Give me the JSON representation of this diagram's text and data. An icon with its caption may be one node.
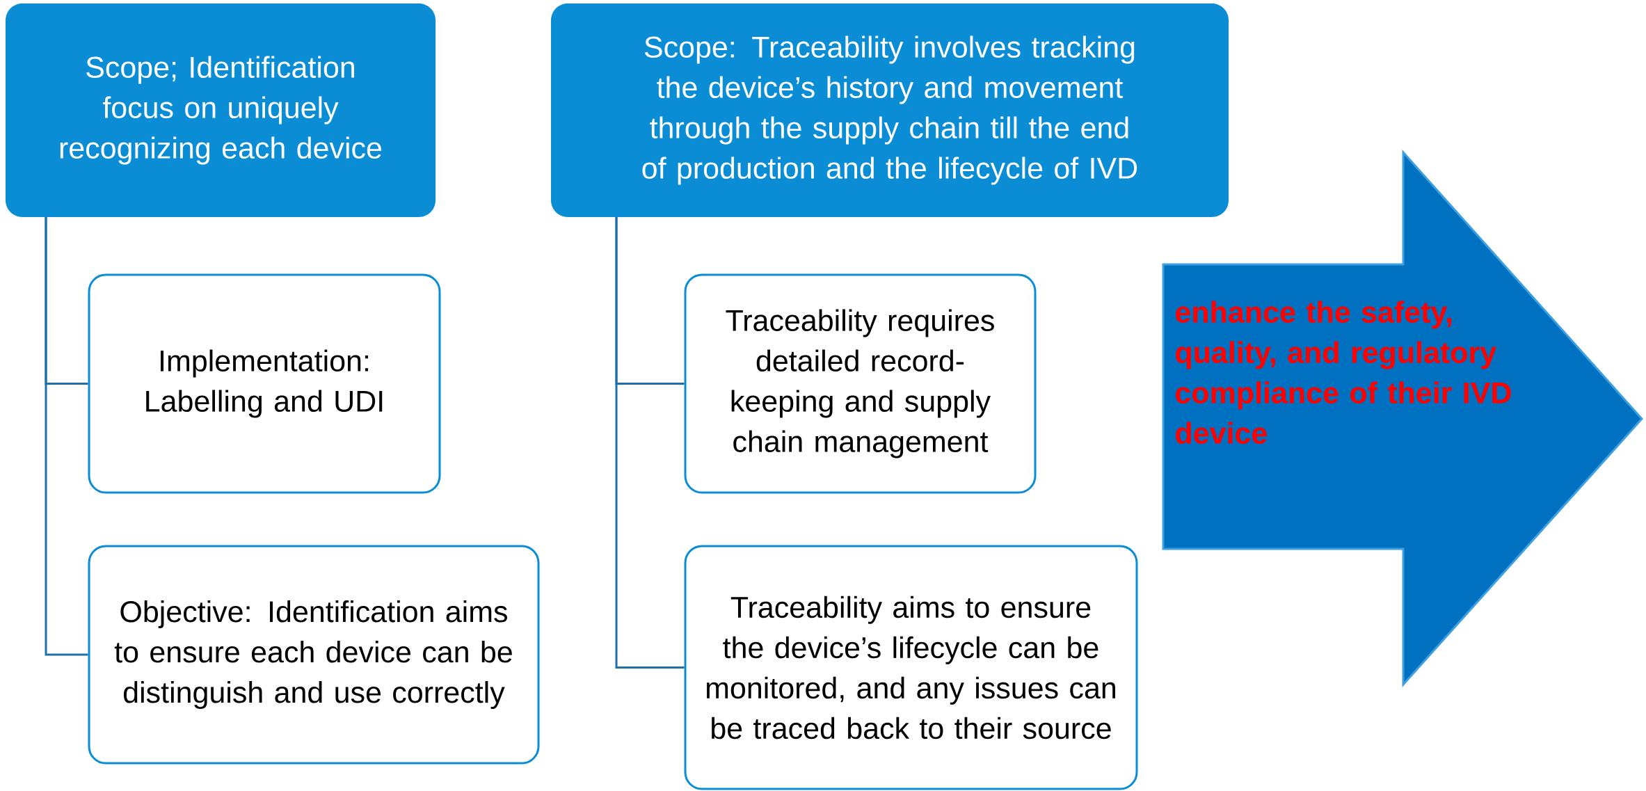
{
  "diagram": {
    "nodes": [
      {
        "text": [
          "Scope; Identification focus on uniquely recognizing each device"
        ]
      },
      {
        "text": [
          "Implementation: Labelling and UDI"
        ]
      },
      {
        "text": [
          "Objective: Identification aims to ensure each device can be distinguish and use correctly"
        ]
      },
      {
        "text": [
          "Scope: Traceability involves tracking the device’s history and movement through the supply chain till the end of production and the lifecycle of IVD"
        ]
      },
      {
        "text": [
          "Traceability requires detailed record-keeping and supply chain management"
        ]
      },
      {
        "text": [
          "Traceability aims to ensure the device’s lifecycle can be monitored, and any issues can be traced back to their source"
        ]
      },
      {
        "text": [
          "enhance the safety, quality, and regulatory compliance of their IVD device"
        ]
      }
    ],
    "edges": [
      {
        "from": 0,
        "to": 1,
        "arrow": "none"
      },
      {
        "from": 0,
        "to": 2,
        "arrow": "none"
      },
      {
        "from": 3,
        "to": 4,
        "arrow": "none"
      },
      {
        "from": 3,
        "to": 5,
        "arrow": "none"
      }
    ]
  }
}
